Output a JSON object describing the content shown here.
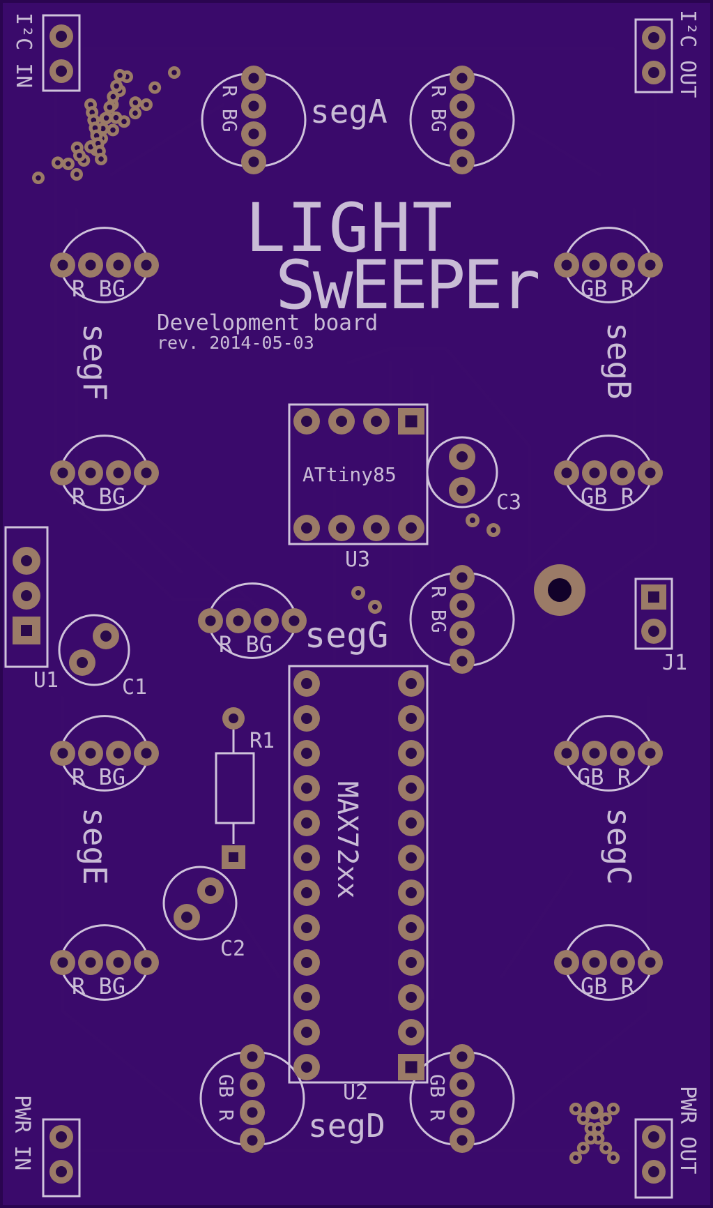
{
  "board": {
    "title_line1": "LIGHT",
    "title_line2": "SwEEPEr",
    "subtitle": "Development board",
    "revision": "rev. 2014-05-03",
    "colors": {
      "substrate": "#3a0a6b",
      "edge": "#2a0550",
      "silkscreen": "#c9bcd6",
      "copper_pad": "#9b7b67"
    }
  },
  "connectors": {
    "i2c_in": "I²C IN",
    "i2c_out": "I²C OUT",
    "pwr_in": "PWR IN",
    "pwr_out": "PWR OUT"
  },
  "segments": {
    "a": "segA",
    "b": "segB",
    "c": "segC",
    "d": "segD",
    "e": "segE",
    "f": "segF",
    "g": "segG"
  },
  "led_labels": {
    "r": "R",
    "bg": "BG",
    "gb": "GB"
  },
  "components": {
    "u1": "U1",
    "u2": "U2",
    "u3": "U3",
    "c1": "C1",
    "c2": "C2",
    "c3": "C3",
    "r1": "R1",
    "j1": "J1",
    "attiny": "ATtiny85",
    "max": "MAX72xx"
  }
}
